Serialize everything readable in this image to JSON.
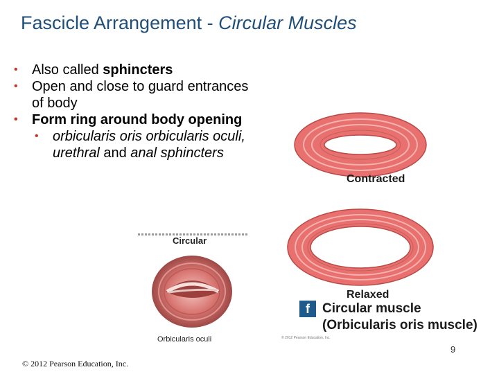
{
  "slide": {
    "title_main": "Fascicle Arrangement  - ",
    "title_italic": "Circular Muscles",
    "bullets": [
      {
        "normal": "Also called ",
        "bold": "sphincters"
      },
      {
        "text": "Open and close to guard entrances of body"
      },
      {
        "bold_text": "Form ring around body opening"
      }
    ],
    "sub_bullet": {
      "italic1": "orbicularis oris orbicularis oculi, urethral",
      "normal": " and ",
      "italic2": "anal sphincters"
    },
    "page_number": "9",
    "copyright": "© 2012 Pearson Education, Inc."
  },
  "figure_left": {
    "header": "Circular",
    "caption": "Orbicularis oculi"
  },
  "figure_right": {
    "contracted_label": "Contracted",
    "relaxed_label": "Relaxed",
    "panel_letter": "f",
    "title": "Circular muscle",
    "subtitle": "(Orbicularis oris muscle)",
    "credit": "© 2012 Pearson Education, Inc."
  },
  "colors": {
    "title": "#1f4e79",
    "bullet": "#c0392b",
    "muscle": "#e8706e",
    "muscle_dark": "#b94a48",
    "muscle_light": "#f6b2ae",
    "panel_box": "#1e5a8c"
  }
}
